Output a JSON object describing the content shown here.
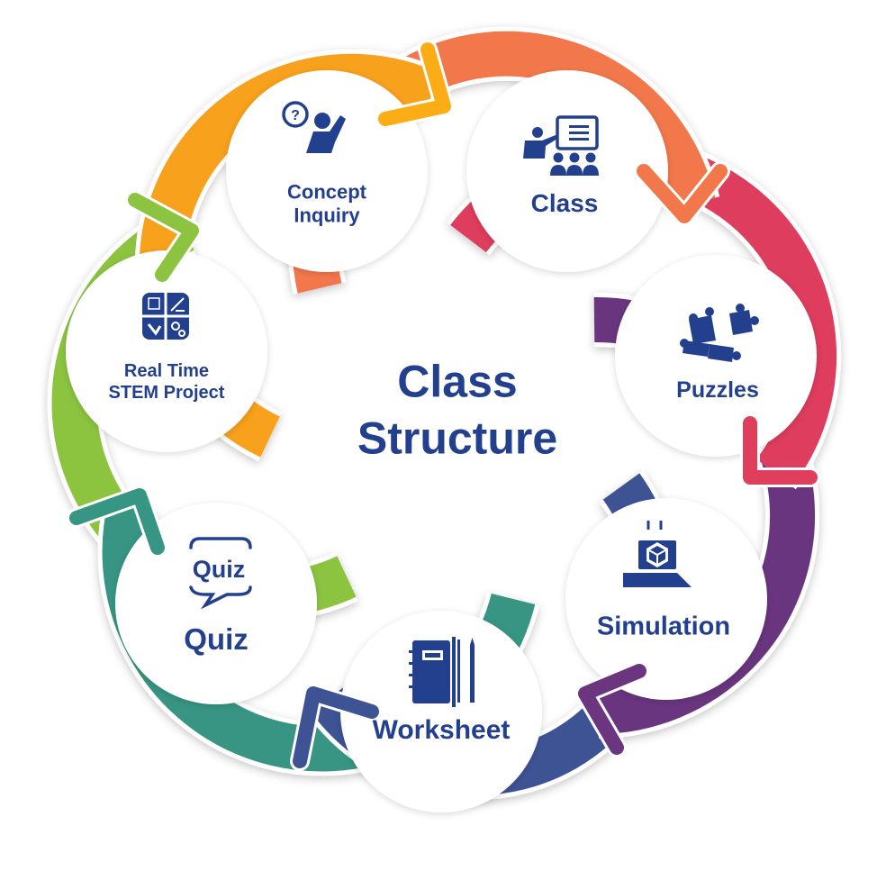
{
  "title": {
    "line1": "Class",
    "line2": "Structure"
  },
  "colors": {
    "text": "#23408e",
    "concept_inquiry": "#f8a11c",
    "class": "#f2784b",
    "puzzles": "#df3e5d",
    "simulation": "#6b367f",
    "worksheet": "#3e5394",
    "quiz": "#379583",
    "stem_project": "#8cc441"
  },
  "nodes": [
    {
      "id": "concept-inquiry",
      "label_line1": "Concept",
      "label_line2": "Inquiry",
      "icon": "question-person-icon",
      "color": "#f8a11c"
    },
    {
      "id": "class",
      "label_line1": "Class",
      "label_line2": "",
      "icon": "teacher-presentation-icon",
      "color": "#f2784b"
    },
    {
      "id": "puzzles",
      "label_line1": "Puzzles",
      "label_line2": "",
      "icon": "puzzle-pieces-icon",
      "color": "#df3e5d"
    },
    {
      "id": "simulation",
      "label_line1": "Simulation",
      "label_line2": "",
      "icon": "laptop-cube-icon",
      "color": "#6b367f"
    },
    {
      "id": "worksheet",
      "label_line1": "Worksheet",
      "label_line2": "",
      "icon": "notebook-pencil-icon",
      "color": "#3e5394"
    },
    {
      "id": "quiz",
      "label_line1": "Quiz",
      "label_line2": "",
      "icon": "quiz-speech-bubble-icon",
      "icon_text": "Quiz",
      "color": "#379583"
    },
    {
      "id": "stem-project",
      "label_line1": "Real Time",
      "label_line2": "STEM Project",
      "icon": "stem-grid-icon",
      "color": "#8cc441"
    }
  ]
}
